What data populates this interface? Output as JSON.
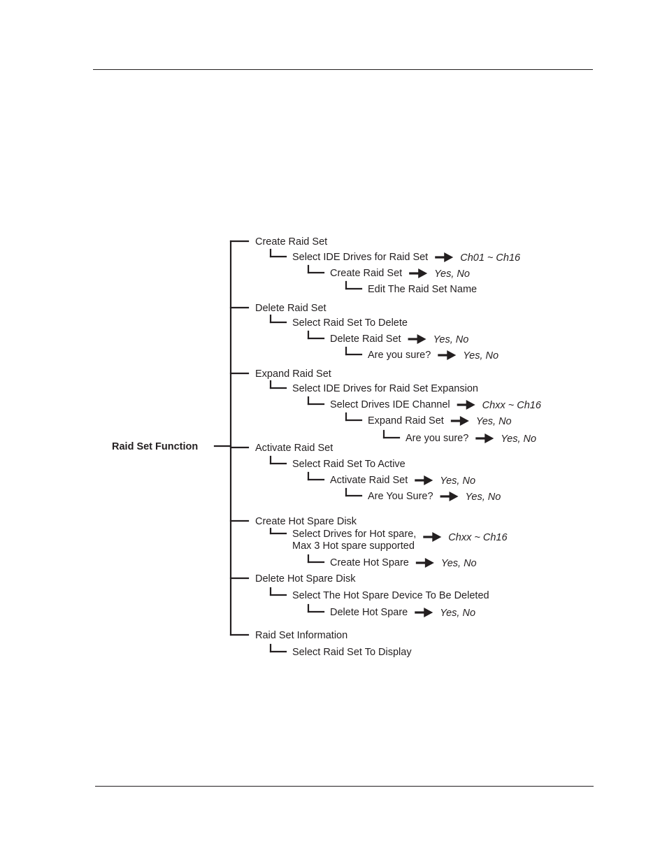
{
  "diagram": {
    "root": "Raid Set Function",
    "groups": [
      {
        "label": "Create Raid Set",
        "steps": [
          {
            "level": 1,
            "lines": [
              "Select IDE Drives for Raid Set"
            ],
            "options": "Ch01 ~ Ch16"
          },
          {
            "level": 2,
            "lines": [
              "Create Raid Set"
            ],
            "options": "Yes, No"
          },
          {
            "level": 3,
            "lines": [
              "Edit The Raid Set Name"
            ],
            "options": ""
          }
        ]
      },
      {
        "label": "Delete Raid Set",
        "steps": [
          {
            "level": 1,
            "lines": [
              "Select Raid Set To Delete"
            ],
            "options": ""
          },
          {
            "level": 2,
            "lines": [
              "Delete Raid Set"
            ],
            "options": "Yes, No"
          },
          {
            "level": 3,
            "lines": [
              "Are you sure?"
            ],
            "options": "Yes, No"
          }
        ]
      },
      {
        "label": "Expand Raid Set",
        "steps": [
          {
            "level": 1,
            "lines": [
              "Select IDE Drives for Raid Set Expansion"
            ],
            "options": ""
          },
          {
            "level": 2,
            "lines": [
              "Select Drives IDE Channel"
            ],
            "options": "Chxx ~ Ch16"
          },
          {
            "level": 3,
            "lines": [
              "Expand Raid Set"
            ],
            "options": "Yes, No"
          },
          {
            "level": 4,
            "lines": [
              "Are you sure?"
            ],
            "options": "Yes, No"
          }
        ]
      },
      {
        "label": "Activate Raid Set",
        "steps": [
          {
            "level": 1,
            "lines": [
              "Select Raid Set To Active"
            ],
            "options": ""
          },
          {
            "level": 2,
            "lines": [
              "Activate Raid Set"
            ],
            "options": "Yes, No"
          },
          {
            "level": 3,
            "lines": [
              "Are You Sure?"
            ],
            "options": "Yes, No"
          }
        ]
      },
      {
        "label": "Create Hot Spare Disk",
        "steps": [
          {
            "level": 1,
            "lines": [
              "Select Drives for Hot spare,",
              "Max 3 Hot spare supported"
            ],
            "options": "Chxx ~ Ch16"
          },
          {
            "level": 2,
            "lines": [
              "Create Hot Spare"
            ],
            "options": "Yes, No"
          }
        ]
      },
      {
        "label": "Delete Hot Spare Disk",
        "steps": [
          {
            "level": 1,
            "lines": [
              "Select The Hot Spare Device To Be Deleted"
            ],
            "options": ""
          },
          {
            "level": 2,
            "lines": [
              "Delete Hot Spare"
            ],
            "options": "Yes, No"
          }
        ]
      },
      {
        "label": "Raid Set Information",
        "steps": [
          {
            "level": 1,
            "lines": [
              "Select Raid Set To Display"
            ],
            "options": ""
          }
        ]
      }
    ]
  }
}
